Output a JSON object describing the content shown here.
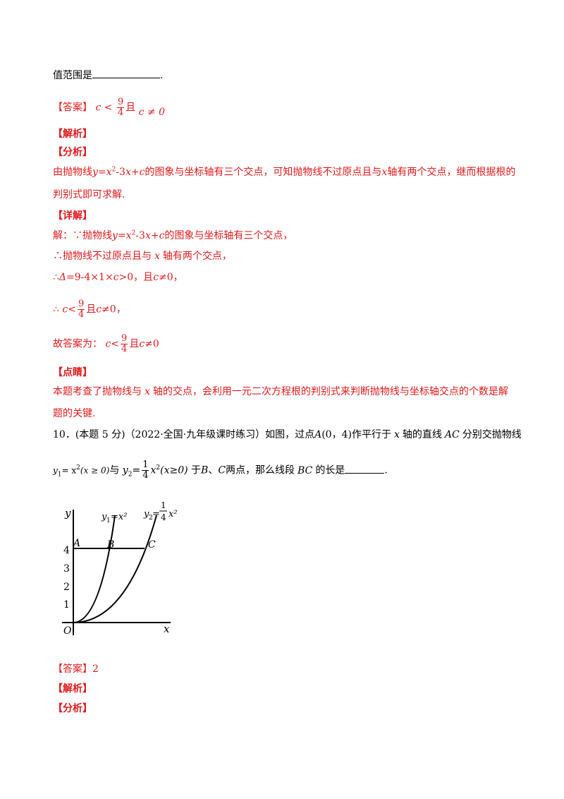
{
  "q9": {
    "stem_tail": "值范围是",
    "stem_end": ".",
    "answer_tag": "【答案】",
    "answer": {
      "c": "c",
      "lt": "<",
      "num": "9",
      "den": "4",
      "and": "且",
      "cond": "c ≠ 0"
    },
    "analysis_tag": "【解析】",
    "fenxi_tag": "【分析】",
    "fenxi": {
      "p1": "由抛物线",
      "eq_y": "y",
      "eq_eq": "=",
      "eq_x": "x",
      "eq_sup": "2",
      "eq_rest": "-3",
      "eq_x2": "x",
      "eq_plus": "+",
      "eq_c": "c",
      "p2": "的图象与坐标轴有三个交点，可知抛物线不过原点且与",
      "x": "x",
      "p3": "轴有两个交点，继而根据根的",
      "line2": "判别式即可求解."
    },
    "detail_tag": "【详解】",
    "detail": {
      "l1a": "解：∵抛物线",
      "l1b": "的图象与坐标轴有三个交点，",
      "l2a": "∴抛物线不过原点且与",
      "l2x": "x",
      "l2b": "轴有两个交点，",
      "l3a": "∴",
      "l3delta": "Δ",
      "l3b": "=9-4×1×",
      "l3c": "c",
      "l3d": ">0，且",
      "l3e": "c",
      "l3f": "≠0，",
      "l4a": "∴",
      "l4c": "c",
      "l4lt": "<",
      "l4num": "9",
      "l4den": "4",
      "l4b": "且",
      "l4d": "c",
      "l4e": "≠0，",
      "l5a": "故答案为：",
      "l5c": "c",
      "l5lt": "<",
      "l5num": "9",
      "l5den": "4",
      "l5b": "且",
      "l5d": "c",
      "l5e": "≠0"
    },
    "comment_tag": "【点睛】",
    "comment1a": "本题考查了抛物线与",
    "comment1x": "x",
    "comment1b": "轴的交点，会利用一元二次方程根的判别式来判断抛物线与坐标轴交点的个数是解",
    "comment2": "题的关键."
  },
  "q10": {
    "num": "10．",
    "meta": "(本题 5 分)（2022·全国·九年级课时练习）如图，过点",
    "pointA": "A",
    "coordA": "(0，4)",
    "text1": "作平行于",
    "x": "x",
    "text2": "轴的直线",
    "AC": "AC",
    "text3": "分别交抛物线",
    "y1": "y",
    "y1sub": "1",
    "eq1": "= x",
    "eq1sup": "2",
    "eq1cond": "(x ≥ 0)",
    "with": "与",
    "y2": "y",
    "y2sub": "2",
    "eq2": "=",
    "frac_num": "1",
    "frac_den": "4",
    "eq2x": "x",
    "eq2sup": "2",
    "eq2cond": "(x≥0)",
    "text4": "于",
    "B": "B",
    "sep": "、",
    "C": "C",
    "text5": "两点，那么线段",
    "BC": "BC",
    "text6": "的长是",
    "end": ".",
    "answer_tag": "【答案】",
    "answer": "2",
    "analysis_tag": "【解析】",
    "fenxi_tag": "【分析】"
  },
  "graph": {
    "y_axis": "y",
    "x_axis": "x",
    "origin": "O",
    "ticks": [
      "1",
      "2",
      "3",
      "4"
    ],
    "label_A": "A",
    "label_B": "B",
    "label_C": "C",
    "curve1": {
      "y": "y",
      "sub": "1",
      "rest": "=x²"
    },
    "curve2": {
      "y": "y",
      "sub": "2",
      "eq": "=",
      "num": "1",
      "den": "4",
      "rest": "x²"
    }
  },
  "colors": {
    "accent": "#e0191b",
    "text": "#000000"
  }
}
